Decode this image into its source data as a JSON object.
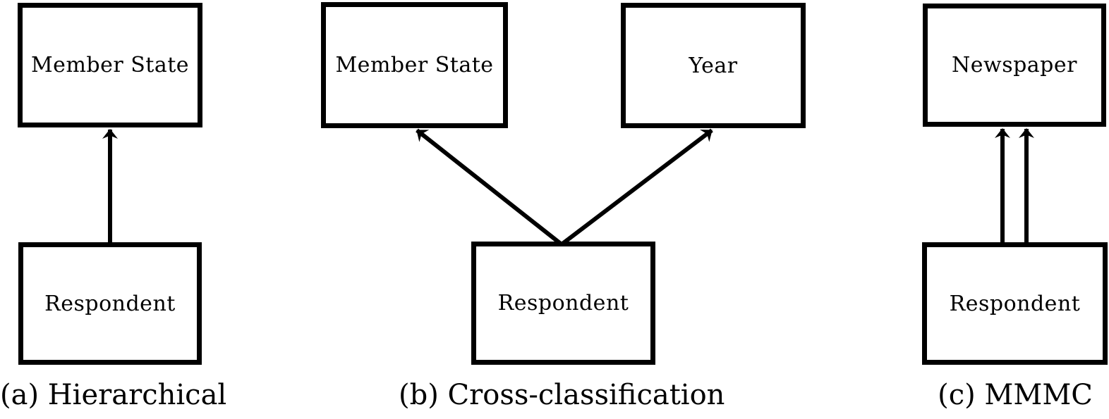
{
  "figure": {
    "background": "#ffffff",
    "line_color": "#000000",
    "panels": [
      {
        "caption": "(a) Hierarchical",
        "boxes": [
          {
            "label": "Member State"
          },
          {
            "label": "Respondent"
          }
        ],
        "arrows": [
          {
            "from": "Respondent",
            "to": "Member State"
          }
        ]
      },
      {
        "caption": "(b) Cross-classification",
        "boxes": [
          {
            "label": "Member State"
          },
          {
            "label": "Year"
          },
          {
            "label": "Respondent"
          }
        ],
        "arrows": [
          {
            "from": "Respondent",
            "to": "Member State"
          },
          {
            "from": "Respondent",
            "to": "Year"
          }
        ]
      },
      {
        "caption": "(c) MMMC",
        "boxes": [
          {
            "label": "Newspaper"
          },
          {
            "label": "Respondent"
          }
        ],
        "arrows": [
          {
            "from": "Respondent",
            "to": "Newspaper"
          },
          {
            "from": "Respondent",
            "to": "Newspaper"
          }
        ]
      }
    ]
  }
}
